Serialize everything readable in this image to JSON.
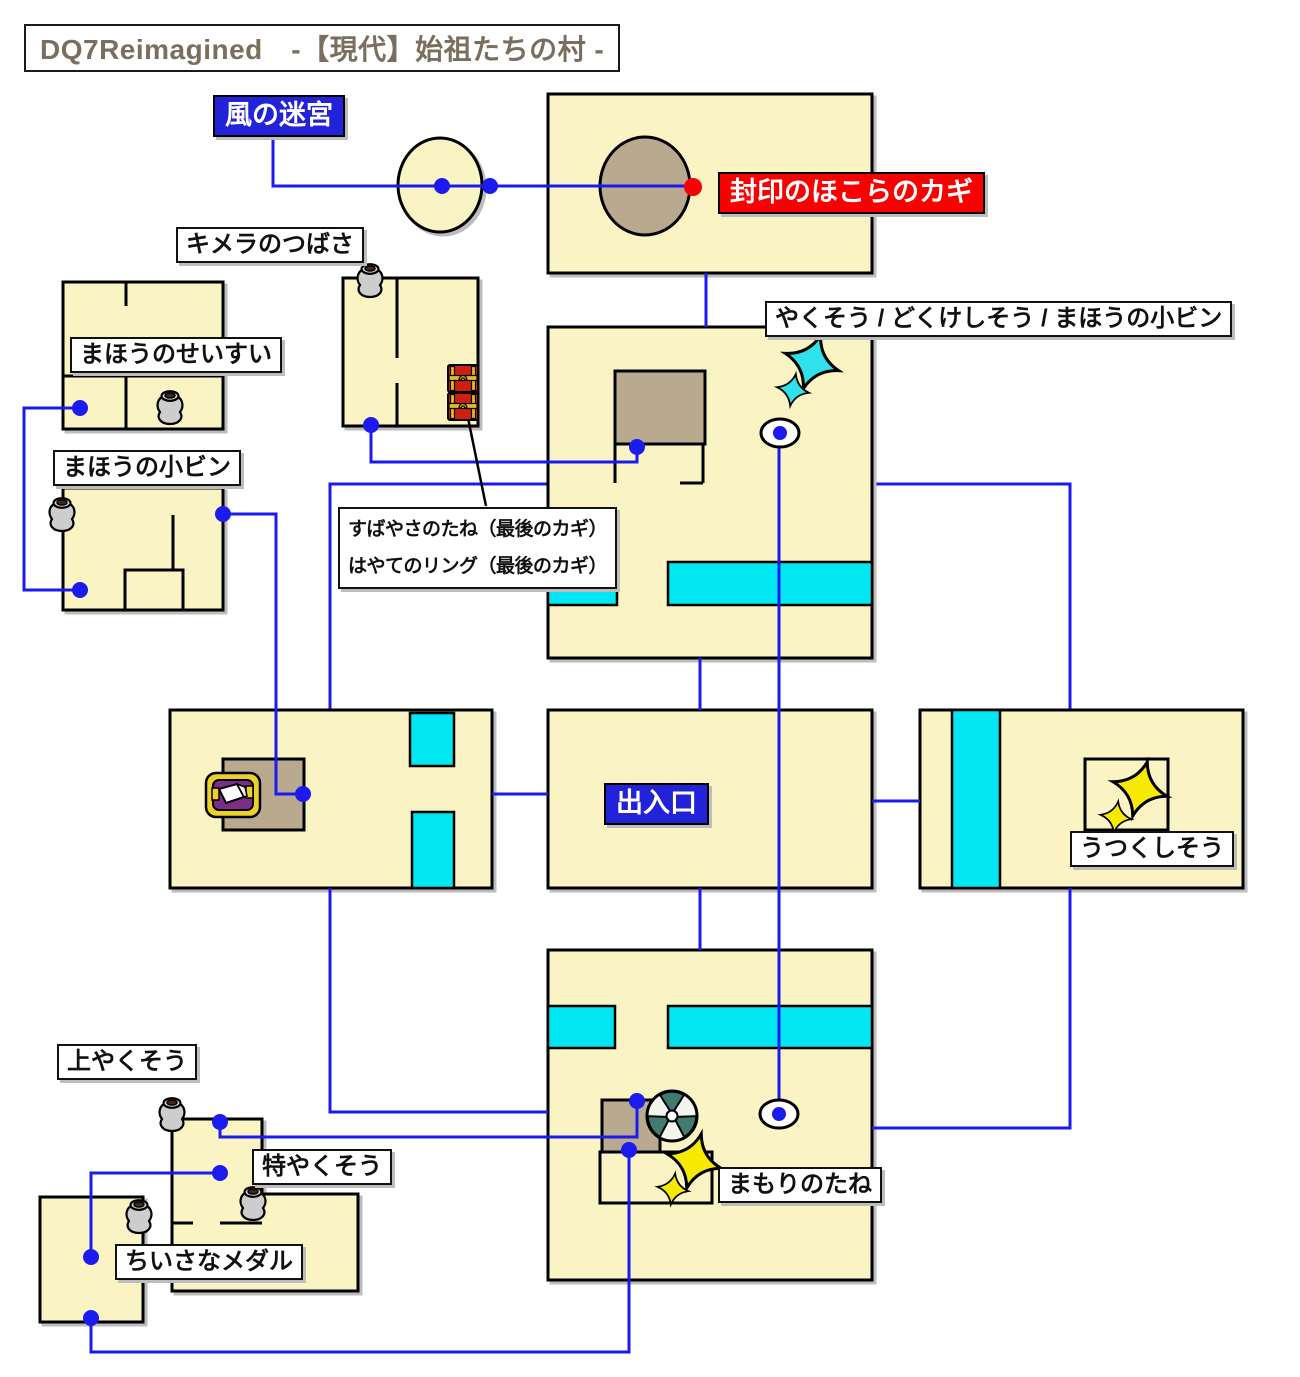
{
  "title": "DQ7Reimagined　-【現代】始祖たちの村 -",
  "labels": {
    "wind_maze": "風の迷宮",
    "sealed_shrine_key": "封印のほこらのカギ",
    "chimera_wing": "キメラのつばさ",
    "magic_holy_water": "まほうのせいすい",
    "magic_small_bottle": "まほうの小ビン",
    "herb_set": "やくそう / どくけしそう / まほうの小ビン",
    "agility_seed": "すばやさのたね（最後のカギ）",
    "hayate_ring": "はやてのリング（最後のカギ）",
    "entrance": "出入口",
    "beauty_herb": "うつくしそう",
    "superior_herb": "上やくそう",
    "special_herb": "特やくそう",
    "small_medal": "ちいさなメダル",
    "guard_seed": "まもりのたね"
  },
  "colors": {
    "room-fill": "#faf3c3",
    "blue": "#1b1bef",
    "blue-label-bg": "#2222d8",
    "red": "#fa0000",
    "cyan": "#00e7f2",
    "tan": "#b8a98f",
    "title-text": "#7c6e5f",
    "label-bg": "#ffffff",
    "label-border": "#111111",
    "shadow": "#bdbdbd",
    "teal": "#417a6e",
    "sparkle-cyan": "#2ee1ea",
    "sparkle-yellow": "#f7ea00"
  },
  "icons": {
    "pot-icon": "clay-jar",
    "red-chest-icon": "treasure-chest",
    "purple-chest-icon": "ornate-open-chest",
    "pinwheel-icon": "pinwheel-circle",
    "sparkle-icon": "four-point-sparkle",
    "well-marker-icon": "white-ellipse-with-dot",
    "connection-dot": "blue-dot",
    "key-location-dot": "red-dot"
  }
}
